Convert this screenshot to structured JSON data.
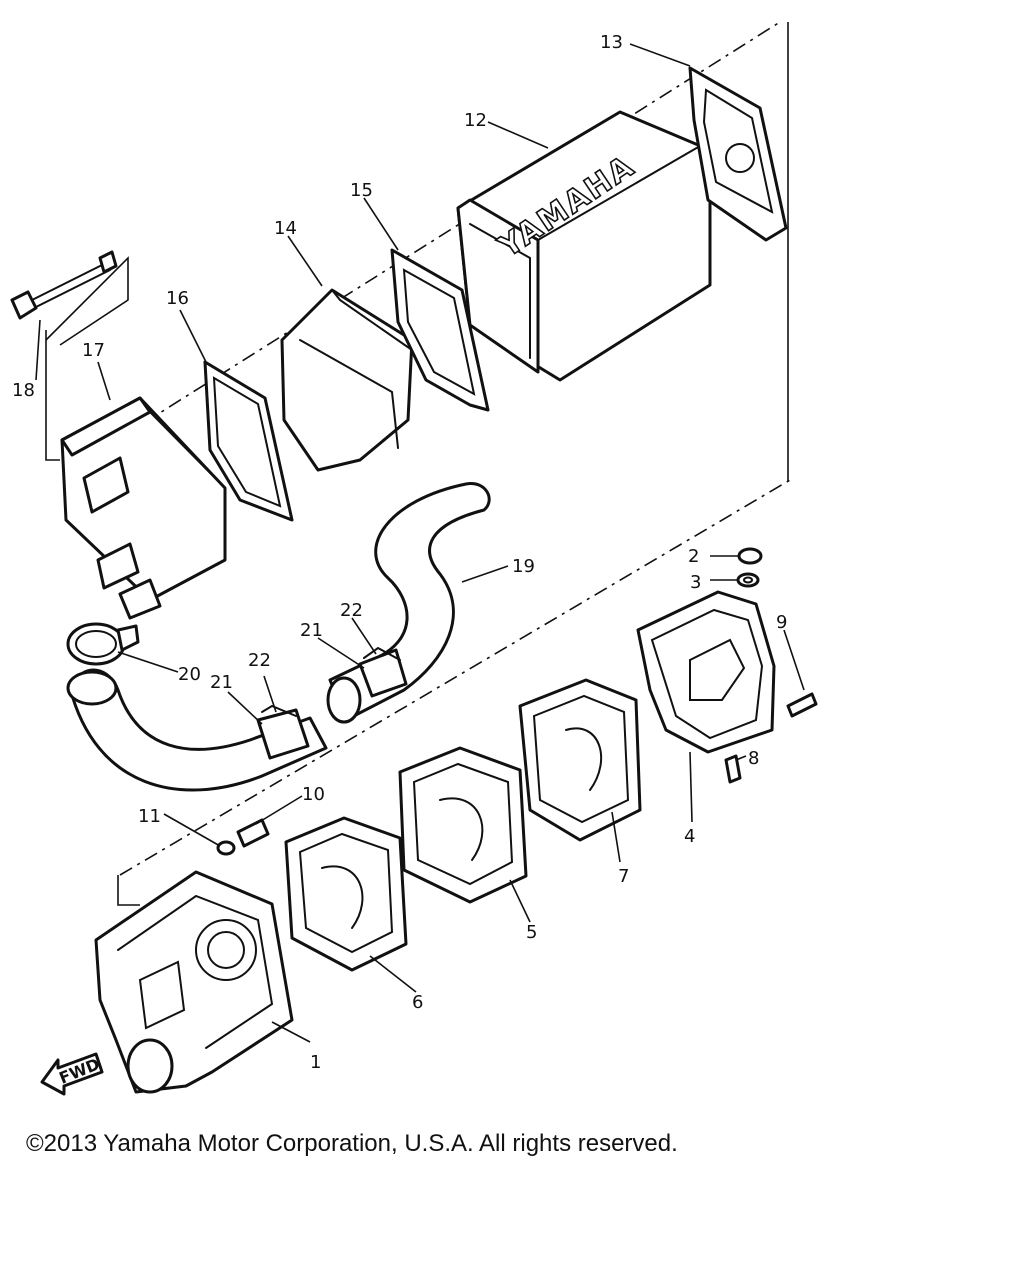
{
  "diagram": {
    "brand_text": "YAMAHA",
    "fwd_label": "FWD",
    "callouts": [
      "1",
      "2",
      "3",
      "4",
      "5",
      "6",
      "7",
      "8",
      "9",
      "10",
      "11",
      "12",
      "13",
      "14",
      "15",
      "16",
      "17",
      "18",
      "19",
      "20",
      "21",
      "21",
      "22",
      "22"
    ]
  },
  "footer": {
    "copyright": "©2013 Yamaha Motor Corporation, U.S.A. All rights reserved."
  }
}
